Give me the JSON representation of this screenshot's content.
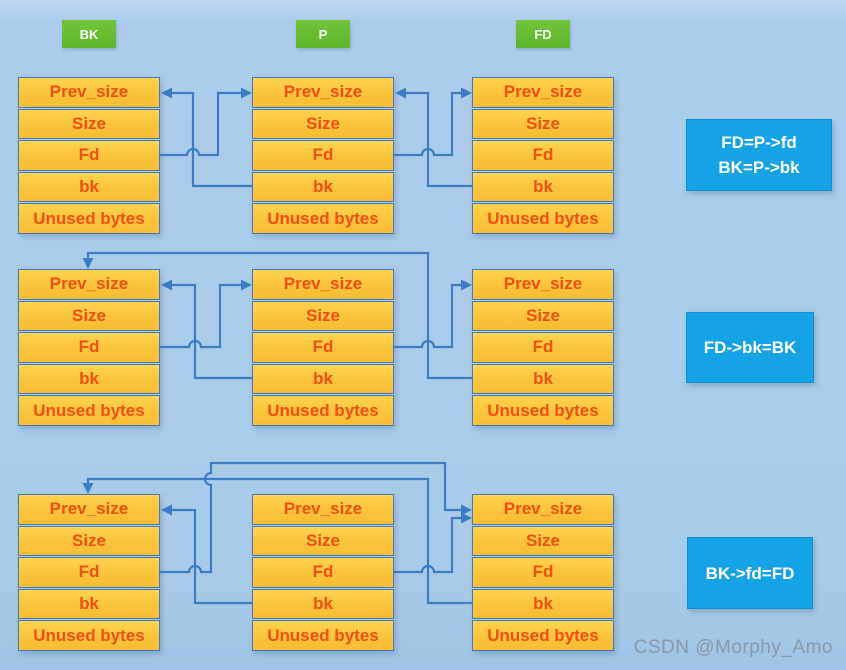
{
  "tags": [
    {
      "label": "BK"
    },
    {
      "label": "P"
    },
    {
      "label": "FD"
    }
  ],
  "chunk_fields": [
    "Prev_size",
    "Size",
    "Fd",
    "bk",
    "Unused bytes"
  ],
  "rows": [
    {
      "statement": {
        "line1": "FD=P->fd",
        "line2": "BK=P->bk"
      },
      "links": [
        "BK.Fd -> P.Prev_size",
        "P.bk -> BK.Prev_size",
        "P.Fd -> FD.Prev_size",
        "FD.bk -> P.Prev_size"
      ]
    },
    {
      "statement": {
        "line1": "FD->bk=BK"
      },
      "links": [
        "BK.Fd -> P.Prev_size",
        "P.bk -> BK.Prev_size",
        "P.Fd -> FD.Prev_size",
        "FD.bk -> BK (over top)"
      ]
    },
    {
      "statement": {
        "line1": "BK->fd=FD"
      },
      "links": [
        "BK.Fd -> FD.Prev_size (over top)",
        "P.bk -> BK.Prev_size",
        "P.Fd -> FD.Prev_size",
        "FD.bk -> BK (over top)"
      ]
    }
  ],
  "watermark": "CSDN @Morphy_Amo",
  "colors": {
    "background": "#a9cbe9",
    "chunk_fill": "#fcc63e",
    "chunk_border": "#4878ba",
    "chunk_text": "#f14f15",
    "tag_green": "#65bd30",
    "statement_blue": "#14a3e4",
    "arrow_blue": "#3b7ec6",
    "watermark_gray": "#8d98a5"
  }
}
